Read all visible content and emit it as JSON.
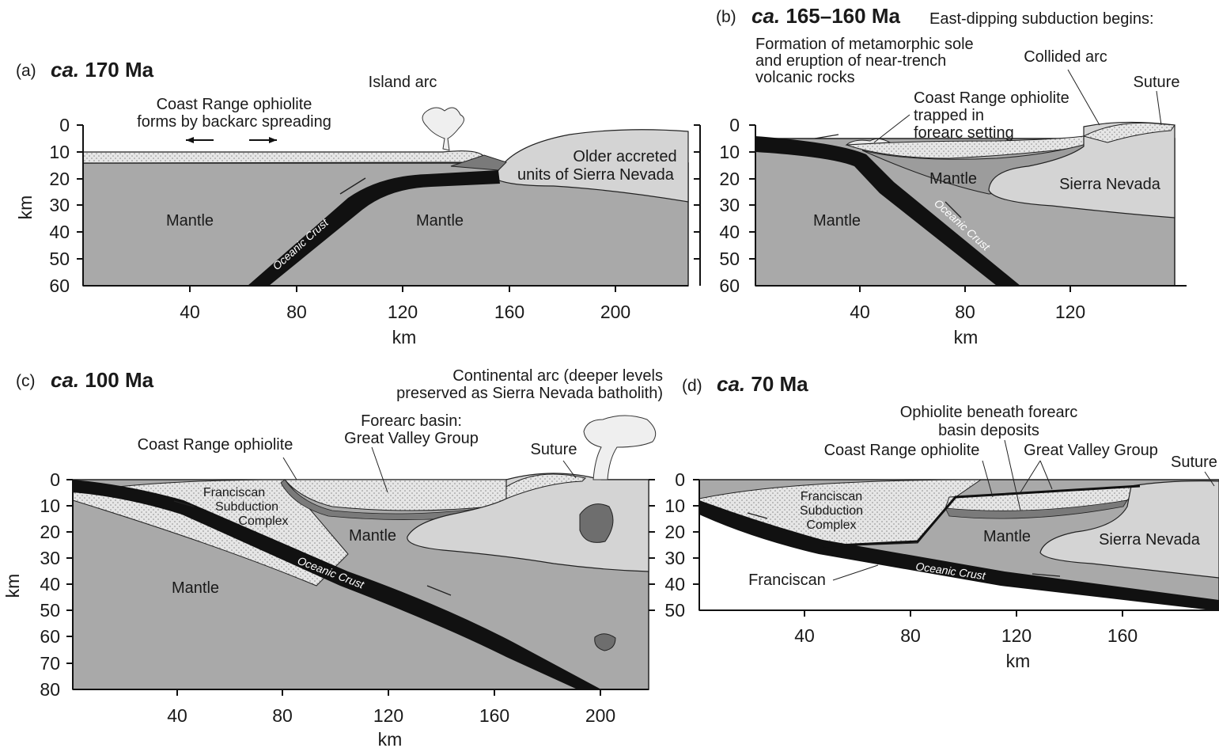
{
  "panels": [
    {
      "tag": "(a)",
      "prefix": "ca.",
      "title": " 170 Ma",
      "labels": {
        "coast_range": [
          "Coast Range ophiolite",
          "forms by backarc spreading"
        ],
        "island_arc": "Island arc",
        "older_units": [
          "Older accreted",
          "units of Sierra Nevada"
        ],
        "mantle_left": "Mantle",
        "mantle_right": "Mantle",
        "crust": "Oceanic Crust"
      },
      "y_ticks": [
        "0",
        "10",
        "20",
        "30",
        "40",
        "50",
        "60"
      ],
      "x_ticks": [
        "40",
        "80",
        "120",
        "160",
        "200"
      ],
      "y_unit": "km",
      "x_unit": "km"
    },
    {
      "tag": "(b)",
      "prefix": "ca.",
      "title": " 165–160 Ma",
      "subtitle": "East-dipping subduction begins:",
      "labels": {
        "sole": [
          "Formation of metamorphic sole",
          "and eruption of near-trench",
          "volcanic rocks"
        ],
        "collided_arc": "Collided arc",
        "suture": "Suture",
        "coast_range": [
          "Coast Range ophiolite",
          "trapped in",
          "forearc setting"
        ],
        "mantle_inner": "Mantle",
        "sierra": "Sierra Nevada",
        "mantle_left": "Mantle",
        "crust": "Oceanic Crust"
      },
      "y_ticks": [
        "0",
        "10",
        "20",
        "30",
        "40",
        "50",
        "60"
      ],
      "x_ticks": [
        "40",
        "80",
        "120"
      ],
      "x_unit": "km"
    },
    {
      "tag": "(c)",
      "prefix": "ca.",
      "title": " 100 Ma",
      "labels": {
        "continental_arc": [
          "Continental arc (deeper levels",
          "preserved as Sierra Nevada batholith)"
        ],
        "forearc": [
          "Forearc basin:",
          "Great Valley Group"
        ],
        "coast_range": "Coast Range ophiolite",
        "suture": "Suture",
        "franciscan": [
          "Franciscan",
          "Subduction",
          "Complex"
        ],
        "mantle_inner": "Mantle",
        "mantle_left": "Mantle",
        "crust": "Oceanic Crust"
      },
      "y_ticks": [
        "0",
        "10",
        "20",
        "30",
        "40",
        "50",
        "60",
        "70",
        "80"
      ],
      "x_ticks": [
        "40",
        "80",
        "120",
        "160",
        "200"
      ],
      "y_unit": "km",
      "x_unit": "km"
    },
    {
      "tag": "(d)",
      "prefix": "ca.",
      "title": " 70 Ma",
      "labels": {
        "ophiolite_beneath": [
          "Ophiolite beneath forearc",
          "basin deposits"
        ],
        "coast_range": "Coast Range ophiolite",
        "great_valley": "Great Valley Group",
        "suture": "Suture",
        "franciscan_complex": [
          "Franciscan",
          "Subduction",
          "Complex"
        ],
        "mantle": "Mantle",
        "sierra": "Sierra Nevada",
        "franciscan": "Franciscan",
        "crust": "Oceanic Crust"
      },
      "y_ticks": [
        "0",
        "10",
        "20",
        "30",
        "40",
        "50"
      ],
      "x_ticks": [
        "40",
        "80",
        "120",
        "160"
      ],
      "x_unit": "km"
    }
  ],
  "colors": {
    "mantle": "#a9a9a9",
    "sediment": "#d9d9d9",
    "light_unit": "#d4d4d4",
    "dark_unit": "#7a7a7a",
    "crust": "#111111"
  }
}
